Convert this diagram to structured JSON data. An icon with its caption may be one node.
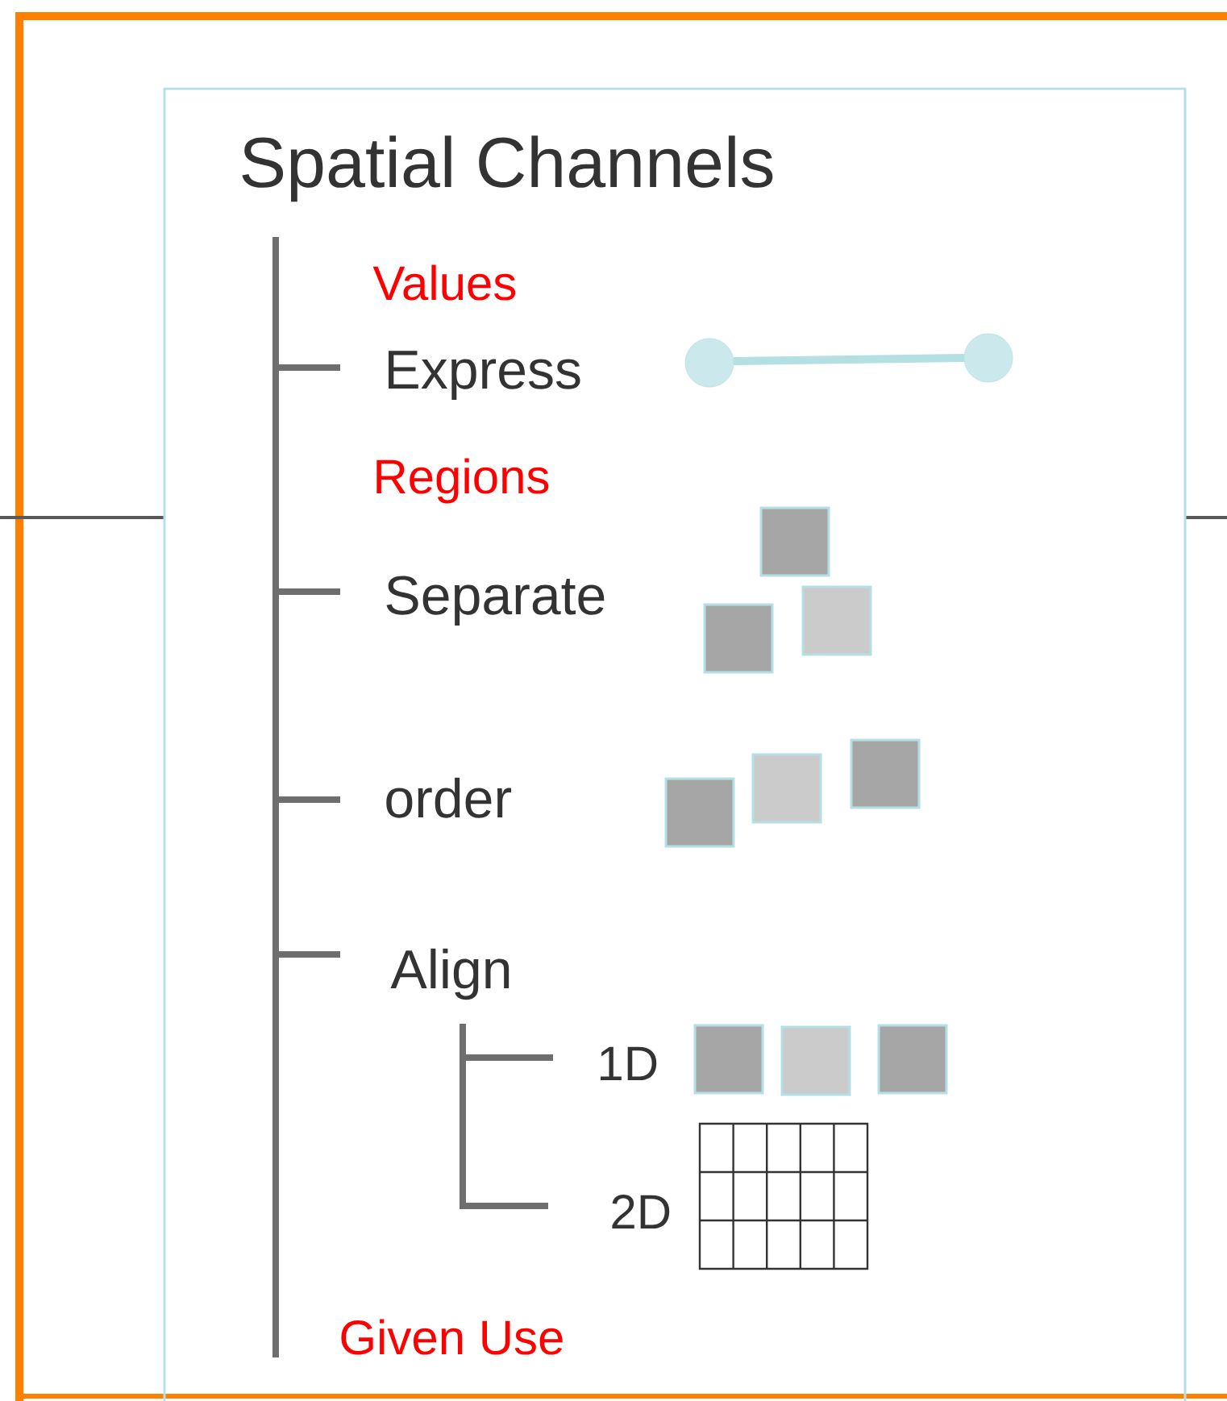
{
  "diagram": {
    "nodes": [
      {
        "text": [
          "Spatial Channels"
        ]
      }
    ],
    "labels": [
      "Values",
      "Express",
      "Regions",
      "Separate",
      "order",
      "Align",
      "1D",
      "2D",
      "Given Use"
    ]
  }
}
